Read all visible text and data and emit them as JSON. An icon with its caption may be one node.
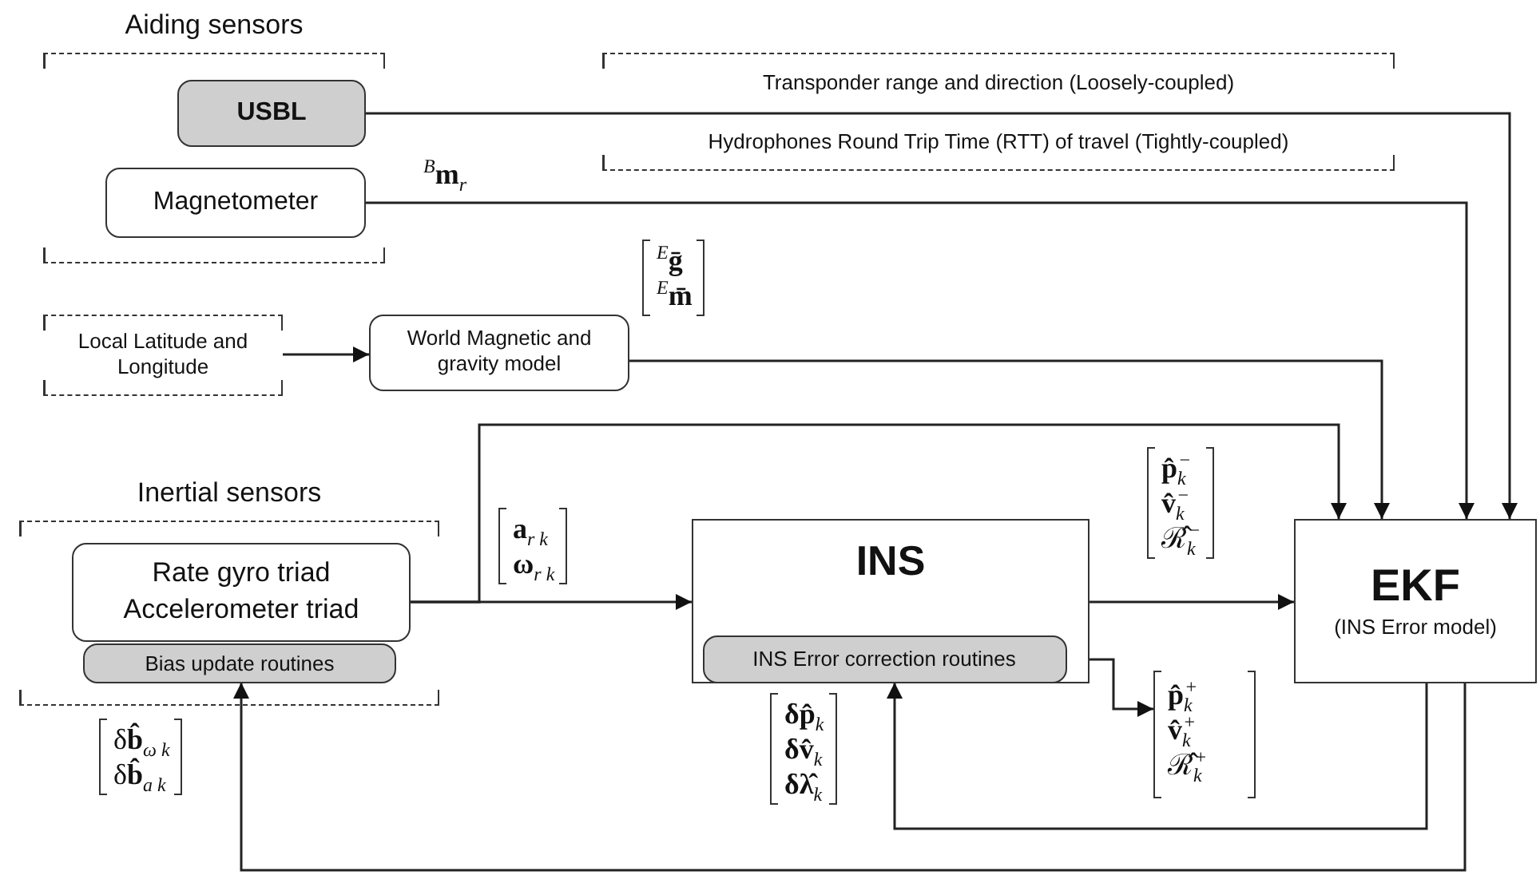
{
  "diagram": {
    "nodes": [
      {
        "text": [
          "Aiding sensors"
        ]
      },
      {
        "text": [
          "USBL"
        ],
        "in": 0
      },
      {
        "text": [
          "Magnetometer"
        ],
        "in": 0
      },
      {
        "text": [
          "Local Latitude and Longitude"
        ]
      },
      {
        "text": [
          "World Magnetic and gravity model"
        ]
      },
      {
        "text": [
          "Inertial sensors"
        ]
      },
      {
        "text": [
          "Rate gyro triad Accelerometer triad"
        ],
        "in": 5
      },
      {
        "text": [
          "Bias update routines"
        ],
        "in": 5
      },
      {
        "text": [
          "INS"
        ]
      },
      {
        "text": [
          "INS Error correction routines"
        ],
        "in": 8
      },
      {
        "text": [
          "EKF",
          "(INS Error model)"
        ]
      },
      {
        "text": [
          "**p̂**$_{k}$$^{+}$",
          "**v̂**$_{k}$$^{+}$",
          "ℛ̂$_{k}$$^{+}$"
        ]
      }
    ],
    "edges": [
      {
        "from": 1,
        "to": 10,
        "arrow": "to"
      },
      {
        "from": 2,
        "to": 10,
        "arrow": "to"
      },
      {
        "from": 3,
        "to": 4,
        "arrow": "to"
      },
      {
        "from": 4,
        "to": 10,
        "arrow": "to"
      },
      {
        "from": 6,
        "to": 8,
        "arrow": "to"
      },
      {
        "from": 6,
        "to": 10,
        "arrow": "to"
      },
      {
        "from": 8,
        "to": 10,
        "arrow": "to"
      },
      {
        "from": 9,
        "to": 11,
        "arrow": "to"
      },
      {
        "from": 10,
        "to": 9,
        "arrow": "to"
      },
      {
        "from": 10,
        "to": 7,
        "arrow": "to"
      }
    ],
    "labels": [
      "Transponder range and direction (Loosely-coupled)",
      "Hydrophones Round Trip Time (RTT) of travel (Tightly-coupled)",
      "$^{B}$**m**$_{r}$",
      "$^{E}$**ḡ**",
      "$^{E}$**m̄**",
      "**a**$_{r k}$",
      "**ω**$_{r k}$",
      "**p̂**$_{k}$$^{−}$",
      "**v̂**$_{k}$$^{−}$",
      "ℛ̂$_{k}$$^{−}$",
      "**δp̂**$_{k}$",
      "**δv̂**$_{k}$",
      "**δλ̂**$_{k}$",
      "δ**b̂**$_{ω k}$",
      "δ**b̂**$_{a k}$"
    ]
  }
}
